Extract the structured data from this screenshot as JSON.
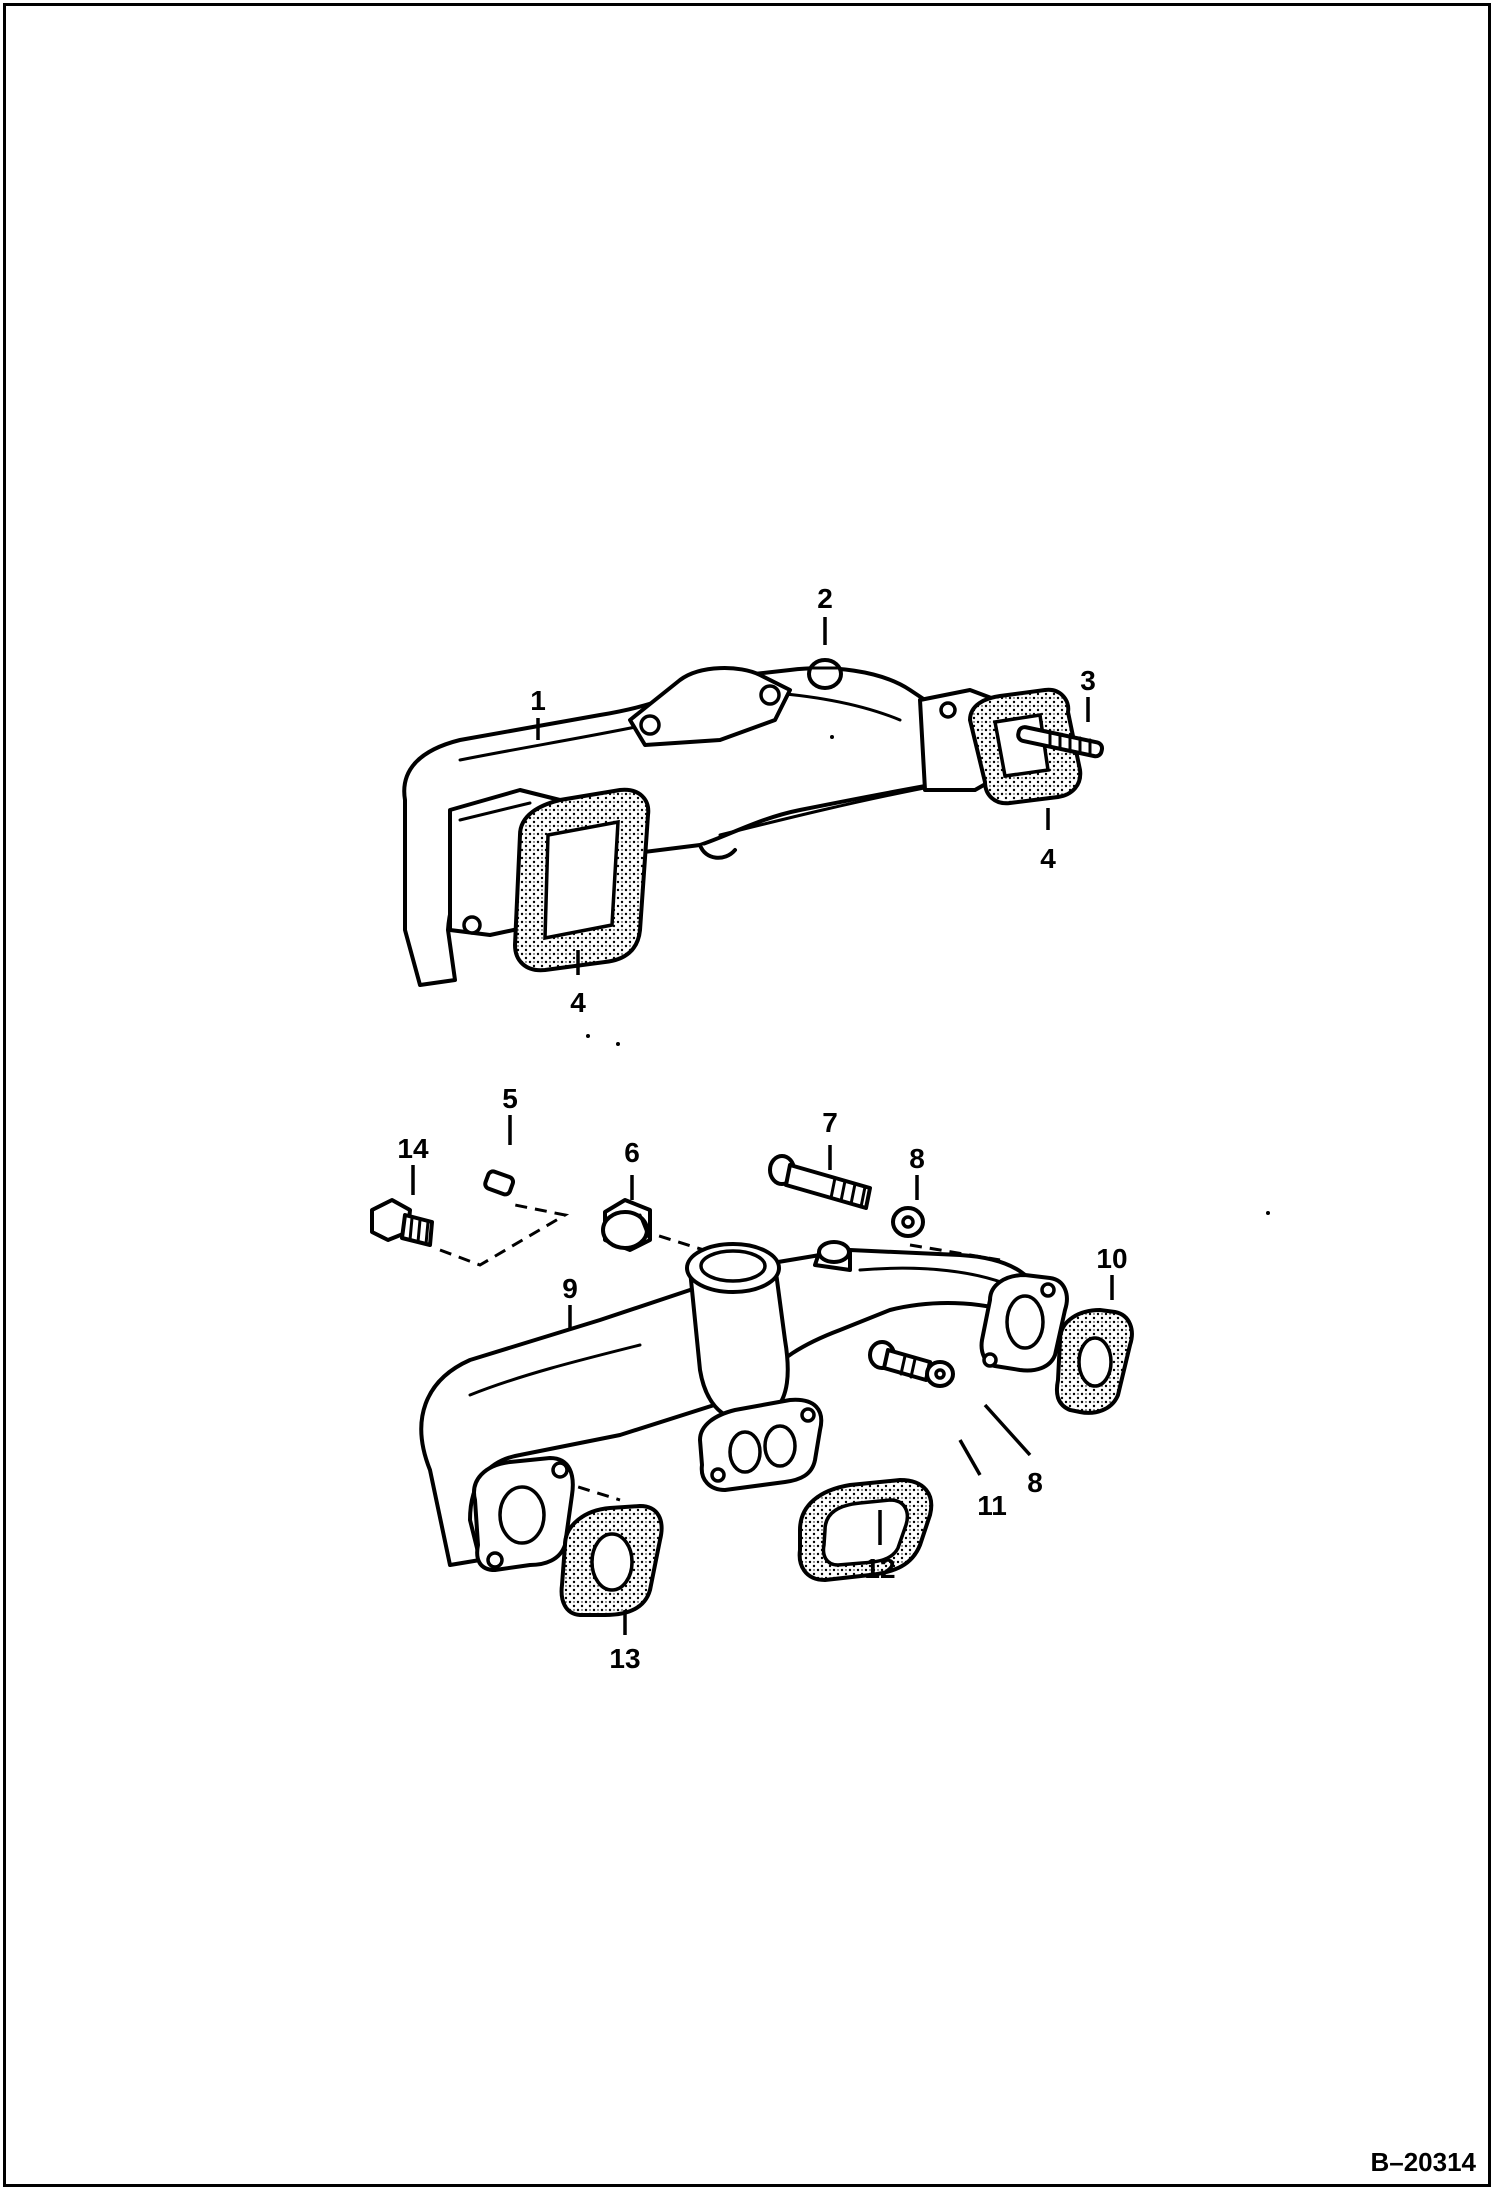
{
  "figure_ref": "B–20314",
  "callouts": [
    "1",
    "2",
    "3",
    "4",
    "4",
    "5",
    "6",
    "7",
    "8",
    "8",
    "9",
    "10",
    "11",
    "12",
    "13",
    "14"
  ]
}
